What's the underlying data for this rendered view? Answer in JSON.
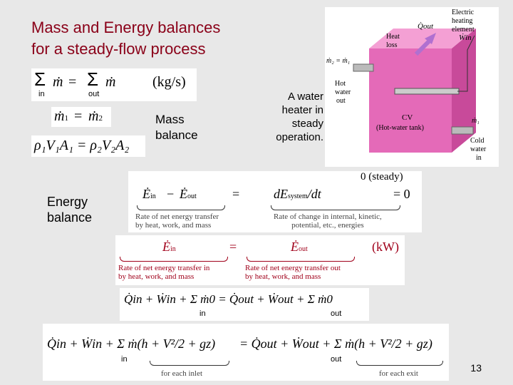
{
  "title_line1": "Mass and Energy balances",
  "title_line2": "for a steady-flow process",
  "mass_caption_line1": "Mass",
  "mass_caption_line2": "balance",
  "heater_caption": [
    "A water",
    "heater in",
    "steady",
    "operation."
  ],
  "energy_caption_line1": "Energy",
  "energy_caption_line2": "balance",
  "eq1": {
    "sigma_in": "in",
    "sigma_out": "out",
    "units": "(kg/s)"
  },
  "eq2": {
    "lhs": "ṁ",
    "lhs_sub": "1",
    "rhs": "ṁ",
    "rhs_sub": "2"
  },
  "eq3": {
    "text": "ρ₁V₁A₁ = ρ₂V₂A₂"
  },
  "eq4": {
    "ein": "Ė",
    "ein_sub": "in",
    "eout": "Ė",
    "eout_sub": "out",
    "rhs": "dE",
    "rhs_sub": "system",
    "rhs_tail": "/dt",
    "zero": "0",
    "steady": "0 (steady)",
    "note_left": [
      "Rate of net energy transfer",
      "by heat, work, and mass"
    ],
    "note_right": [
      "Rate of change in internal, kinetic,",
      "potential, etc., energies"
    ]
  },
  "eq5": {
    "ein": "Ė",
    "ein_sub": "in",
    "eout": "Ė",
    "eout_sub": "out",
    "units": "(kW)",
    "note_left": [
      "Rate of net energy transfer in",
      "by heat, work, and mass"
    ],
    "note_right": [
      "Rate of net energy transfer out",
      "by heat, work, and mass"
    ]
  },
  "eq6": {
    "text_left": "Q̇in + Ẇin + Σ ṁ0 = Q̇out + Ẇout + Σ ṁ0",
    "sum_in": "in",
    "sum_out": "out"
  },
  "eq7": {
    "left": "Q̇in + Ẇin + Σ ṁ(h + V²/2 + gz)",
    "right": "= Q̇out + Ẇout + Σ ṁ(h + V²/2 + gz)",
    "sum_in": "in",
    "sum_out": "out",
    "note_left": "for each inlet",
    "note_right": "for each exit"
  },
  "figure": {
    "electric": "Electric",
    "heating": "heating",
    "element": "element",
    "w_in": "Ẇin",
    "heat": "Heat",
    "loss": "loss",
    "q_out": "Q̇out",
    "m2": "ṁ₂ = ṁ₁",
    "hot_water": [
      "Hot",
      "water",
      "out"
    ],
    "cv": "CV",
    "cv_sub": "(Hot-water tank)",
    "m1": "ṁ₁",
    "cold_water": [
      "Cold",
      "water",
      "in"
    ]
  },
  "page_number": "13",
  "colors": {
    "title": "#8a0018",
    "tank": "#e060b0",
    "background": "#e8e8e8"
  }
}
